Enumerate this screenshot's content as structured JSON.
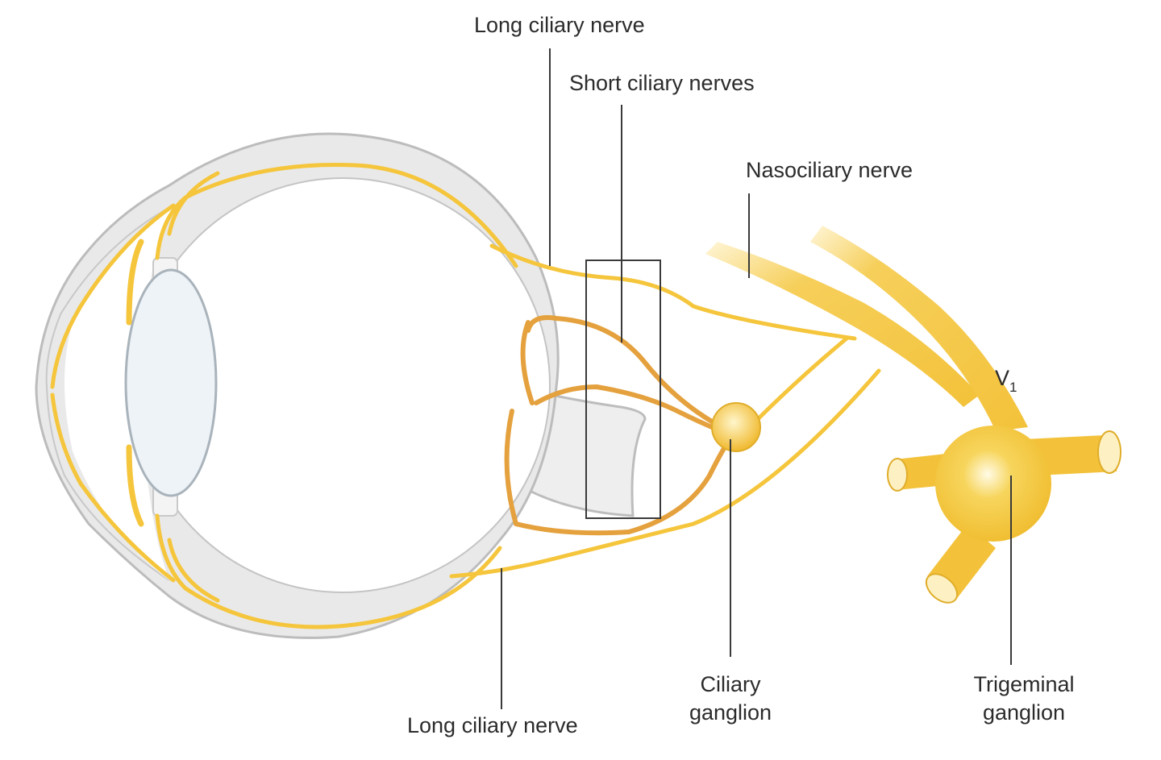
{
  "labels": {
    "long_ciliary_top": "Long ciliary nerve",
    "short_ciliary": "Short ciliary nerves",
    "nasociliary": "Nasociliary nerve",
    "v1_main": "V",
    "v1_sub": "1",
    "long_ciliary_bottom": "Long ciliary nerve",
    "ciliary_ganglion_1": "Ciliary",
    "ciliary_ganglion_2": "ganglion",
    "trigeminal_1": "Trigeminal",
    "trigeminal_2": "ganglion"
  },
  "colors": {
    "sclera": "#e6e6e6",
    "sclera_edge": "#bdbdbd",
    "nerve": "#f5c53c",
    "short_nerve": "#e5a23c",
    "ganglion": "#f3c23a",
    "leader": "#3a3a3a"
  }
}
